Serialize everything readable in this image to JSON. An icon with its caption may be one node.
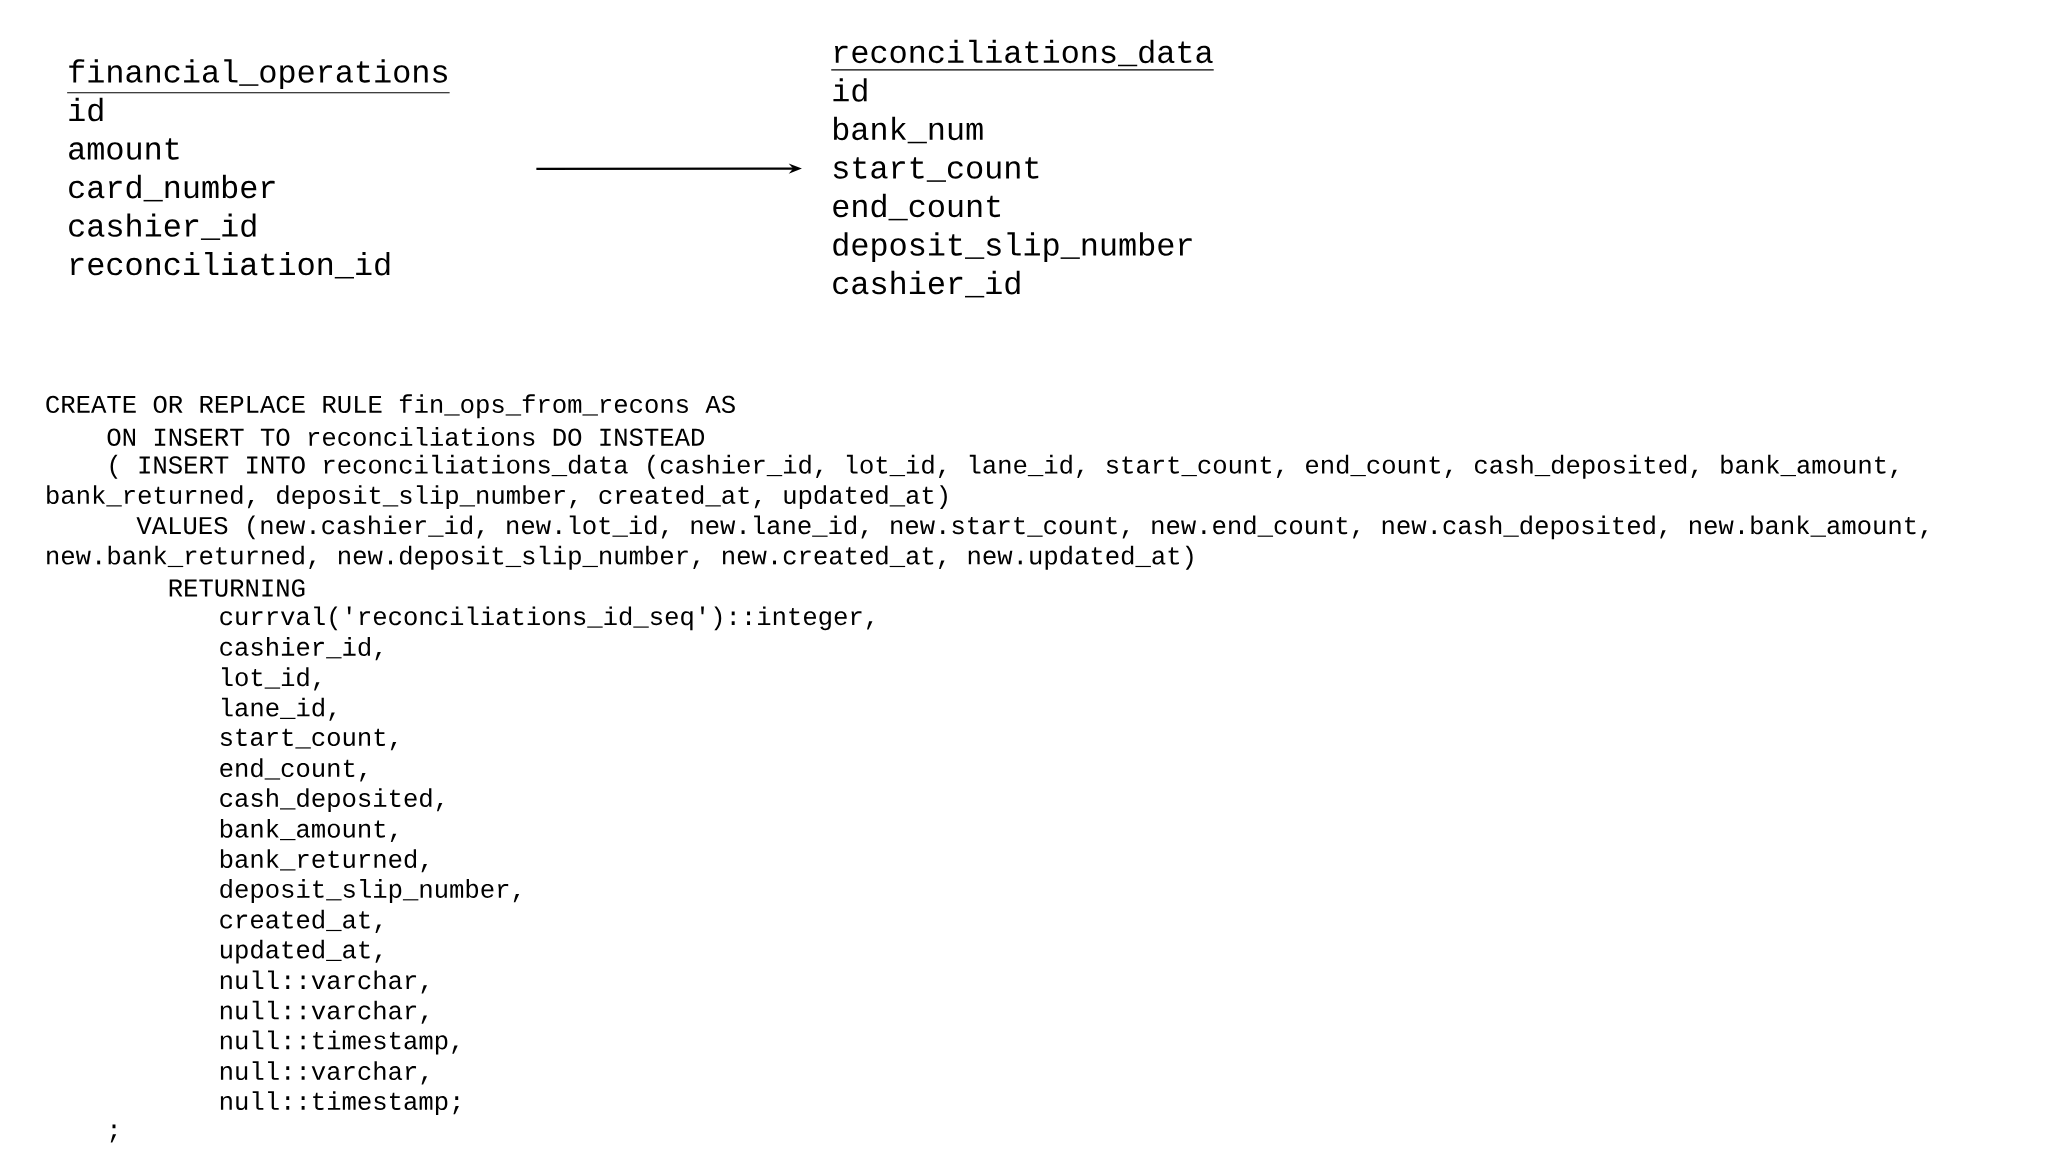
{
  "diagram": {
    "nodes": [
      {
        "text": [
          "financial_operations",
          "id",
          "amount",
          "card_number",
          "cashier_id",
          "reconciliation_id"
        ]
      },
      {
        "text": [
          "reconciliations_data",
          "id",
          "bank_num",
          "start_count",
          "end_count",
          "deposit_slip_number",
          "cashier_id"
        ]
      }
    ],
    "edges": [
      {
        "from": 0,
        "to": 1,
        "arrow": "to"
      }
    ],
    "labels": [
      "CREATE OR REPLACE RULE fin_ops_from_recons AS",
      "ON INSERT TO reconciliations DO INSTEAD",
      "( INSERT INTO reconciliations_data (cashier_id, lot_id, lane_id, start_count, end_count, cash_deposited, bank_amount,",
      "bank_returned, deposit_slip_number, created_at, updated_at)",
      "VALUES (new.cashier_id, new.lot_id, new.lane_id, new.start_count, new.end_count, new.cash_deposited, new.bank_amount,",
      "new.bank_returned, new.deposit_slip_number, new.created_at, new.updated_at)",
      "RETURNING",
      "currval('reconciliations_id_seq')::integer,",
      "cashier_id,",
      "lot_id,",
      "lane_id,",
      "start_count,",
      "end_count,",
      "cash_deposited,",
      "bank_amount,",
      "bank_returned,",
      "deposit_slip_number,",
      "created_at,",
      "updated_at,",
      "null::varchar,",
      "null::varchar,",
      "null::timestamp,",
      "null::varchar,",
      "null::timestamp;",
      ";"
    ]
  }
}
